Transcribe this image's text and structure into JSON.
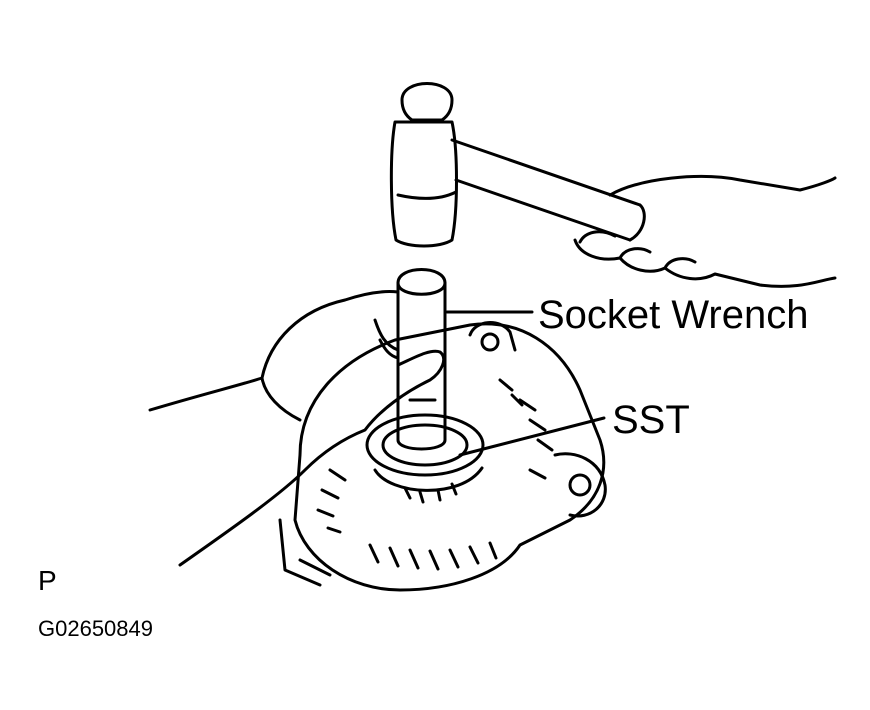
{
  "labels": {
    "socket_wrench": "Socket Wrench",
    "sst": "SST",
    "view_letter": "P",
    "figure_code": "G02650849"
  },
  "colors": {
    "ink": "#000000",
    "paper": "#ffffff"
  },
  "icons": {
    "hammer": "hammer-icon",
    "socket": "socket-wrench-icon",
    "alternator": "alternator-icon",
    "hand": "hand-icon"
  }
}
